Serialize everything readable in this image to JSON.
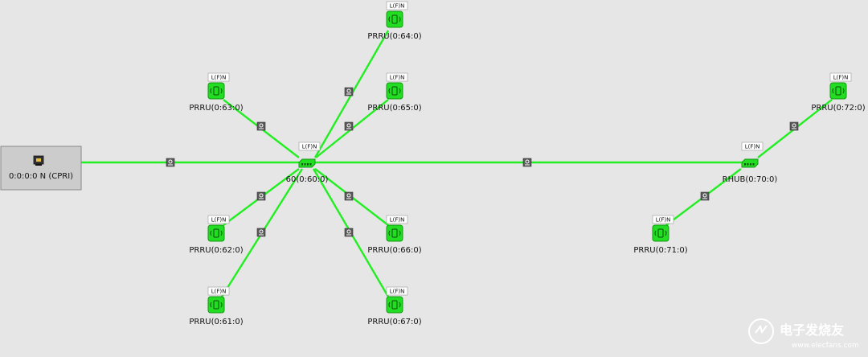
{
  "colors": {
    "background": "#e6e6e6",
    "link": "#22ee22",
    "node_fill": "#22dd22",
    "node_border": "#119911",
    "port_fill": "#5a5a5a",
    "host_fill": "#cccccc"
  },
  "host": {
    "label": "0:0:0:0 N (CPRI)",
    "icon": "ethernet-port-icon"
  },
  "tag_text": "L(F)N",
  "nodes": [
    {
      "id": "hub60",
      "type": "hub",
      "label": "60(0:60:0)",
      "icon": "hub-switch-icon"
    },
    {
      "id": "prru64",
      "type": "rru",
      "label": "PRRU(0:64:0)",
      "icon": "radio-unit-icon"
    },
    {
      "id": "prru65",
      "type": "rru",
      "label": "PRRU(0:65:0)",
      "icon": "radio-unit-icon"
    },
    {
      "id": "prru63",
      "type": "rru",
      "label": "PRRU(0:63:0)",
      "icon": "radio-unit-icon"
    },
    {
      "id": "prru62",
      "type": "rru",
      "label": "PRRU(0:62:0)",
      "icon": "radio-unit-icon"
    },
    {
      "id": "prru61",
      "type": "rru",
      "label": "PRRU(0:61:0)",
      "icon": "radio-unit-icon"
    },
    {
      "id": "prru66",
      "type": "rru",
      "label": "PRRU(0:66:0)",
      "icon": "radio-unit-icon"
    },
    {
      "id": "prru67",
      "type": "rru",
      "label": "PRRU(0:67:0)",
      "icon": "radio-unit-icon"
    },
    {
      "id": "rhub70",
      "type": "hub",
      "label": "RHUB(0:70:0)",
      "icon": "hub-switch-icon"
    },
    {
      "id": "prru72",
      "type": "rru",
      "label": "PRRU(0:72:0)",
      "icon": "radio-unit-icon"
    },
    {
      "id": "prru71",
      "type": "rru",
      "label": "PRRU(0:71:0)",
      "icon": "radio-unit-icon"
    }
  ],
  "links": [
    {
      "from": "host",
      "to": "hub60"
    },
    {
      "from": "hub60",
      "to": "rhub70"
    },
    {
      "from": "hub60",
      "to": "prru64"
    },
    {
      "from": "hub60",
      "to": "prru65"
    },
    {
      "from": "hub60",
      "to": "prru63"
    },
    {
      "from": "hub60",
      "to": "prru62"
    },
    {
      "from": "hub60",
      "to": "prru61"
    },
    {
      "from": "hub60",
      "to": "prru66"
    },
    {
      "from": "hub60",
      "to": "prru67"
    },
    {
      "from": "rhub70",
      "to": "prru72"
    },
    {
      "from": "rhub70",
      "to": "prru71"
    }
  ],
  "watermark": {
    "text": "电子发烧友",
    "url": "www.elecfans.com"
  }
}
